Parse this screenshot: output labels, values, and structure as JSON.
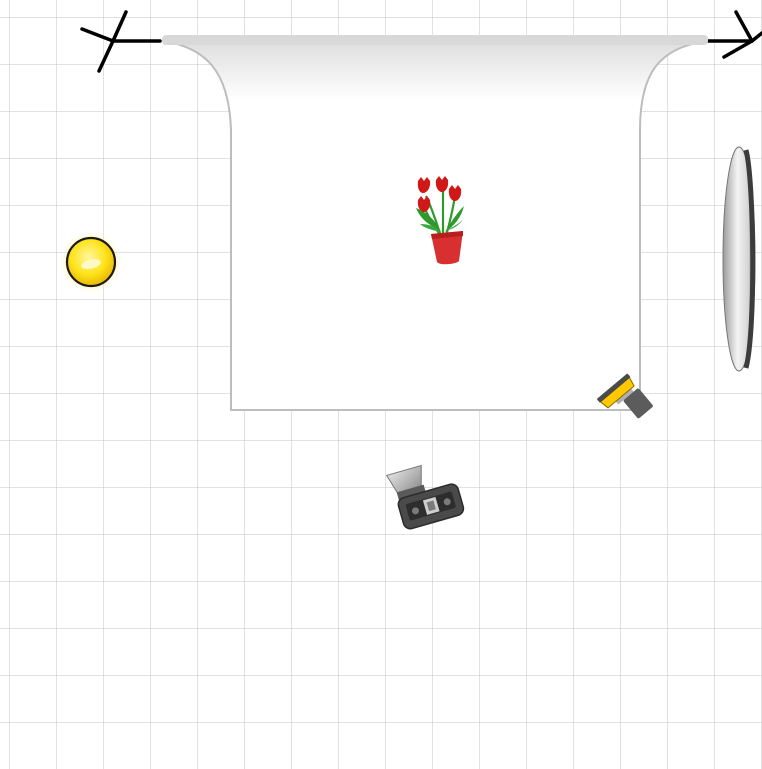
{
  "diagram": {
    "type": "lighting-setup",
    "elements": [
      {
        "id": "backdrop-stand-left",
        "icon": "tripod-stand-icon"
      },
      {
        "id": "backdrop-stand-right",
        "icon": "tripod-stand-icon"
      },
      {
        "id": "paper-backdrop",
        "icon": "seamless-paper-backdrop"
      },
      {
        "id": "subject",
        "icon": "flower-pot-icon"
      },
      {
        "id": "light-bulb",
        "icon": "light-bulb-icon"
      },
      {
        "id": "reflector",
        "icon": "reflector-icon"
      },
      {
        "id": "flash-light",
        "icon": "flash-head-icon"
      },
      {
        "id": "camera",
        "icon": "camera-icon"
      }
    ]
  },
  "colors": {
    "grid": "#c8c8c8",
    "backdrop_fill": "#ffffff",
    "backdrop_shade": "#e6e6e6",
    "backdrop_edge": "#bdbdbd",
    "stand": "#000000",
    "bulb_fill": "#ffe01a",
    "bulb_glow": "#fff3a0",
    "flower": "#d01818",
    "pot": "#d83030",
    "leaf": "#2e9a2e",
    "reflector": "#b8b8b8",
    "flash_amber": "#ffc800",
    "camera_body": "#4a4a4a"
  }
}
